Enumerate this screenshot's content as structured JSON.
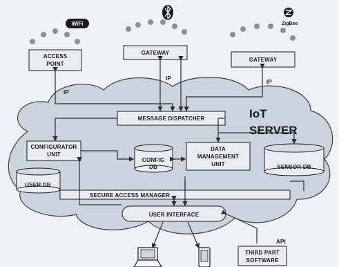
{
  "devices": {
    "access_point": {
      "line1": "ACCESS",
      "line2": "POINT",
      "badge": "WiFi"
    },
    "gateway_bt": {
      "label": "GATEWAY"
    },
    "gateway_zigbee": {
      "label": "GATEWAY",
      "badge": "ZigBee"
    }
  },
  "links": {
    "ip_left": "IP",
    "ip_mid": "IP",
    "ip_right": "IP",
    "api": "API"
  },
  "cloud": {
    "title_line1": "IoT",
    "title_line2": "SERVER"
  },
  "modules": {
    "message_dispatcher": "MESSAGE DISPATCHER",
    "configurator": {
      "line1": "CONFIGURATOR",
      "line2": "UNIT"
    },
    "config_db": {
      "line1": "CONFIG",
      "line2": "DB"
    },
    "data_mgmt": {
      "line1": "DATA",
      "line2": "MANAGEMENT",
      "line3": "UNIT"
    },
    "sensor_db": "SENSOR DB",
    "user_db": "USER DB",
    "secure_access": "SECURE ACCESS MANAGER",
    "user_interface": "USER INTERFACE",
    "third_party": {
      "line1": "THIRD PART",
      "line2": "SOFTWARE"
    }
  },
  "colors": {
    "cloud": "#cbd3de",
    "cloud_edge": "#3d3d3d",
    "box": "#e9ecf1",
    "sensor": "#8c8f95",
    "line": "#2b2b2b"
  },
  "icons": [
    "wifi-icon",
    "bluetooth-icon",
    "zigbee-icon",
    "laptop-icon",
    "mobile-icon"
  ]
}
